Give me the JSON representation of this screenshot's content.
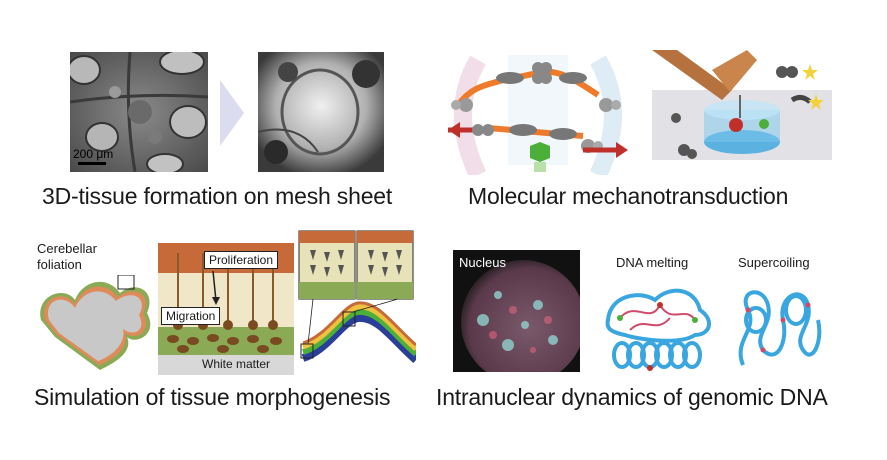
{
  "panels": {
    "mesh": {
      "scale_label": "200 μm",
      "caption": "3D-tissue formation on mesh sheet"
    },
    "mechano": {
      "caption": "Molecular mechanotransduction"
    },
    "morpho": {
      "cerebellar_label_1": "Cerebellar",
      "cerebellar_label_2": "foliation",
      "proliferation_label": "Proliferation",
      "migration_label": "Migration",
      "white_matter_label": "White matter",
      "caption": "Simulation of tissue morphogenesis"
    },
    "dna": {
      "nucleus_label": "Nucleus",
      "melting_label": "DNA melting",
      "supercoiling_label": "Supercoiling",
      "caption": "Intranuclear dynamics of genomic DNA"
    }
  }
}
